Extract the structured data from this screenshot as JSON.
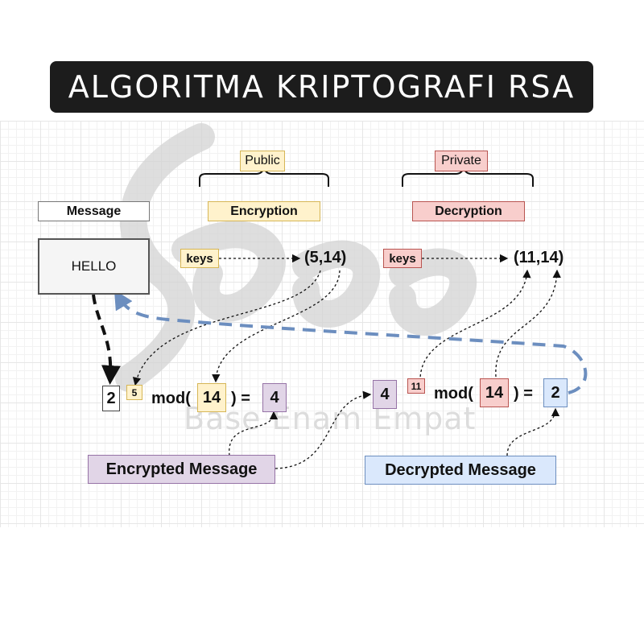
{
  "title": "ALGORITMA KRIPTOGRAFI RSA",
  "watermark": "Base Enam Empat",
  "labels": {
    "public": "Public",
    "private": "Private",
    "message": "Message",
    "encryption": "Encryption",
    "decryption": "Decryption"
  },
  "message_box": "HELLO",
  "encryption_keys": {
    "label": "keys",
    "value": "(5,14)"
  },
  "decryption_keys": {
    "label": "keys",
    "value": "(11,14)"
  },
  "encrypt_formula": {
    "base": "2",
    "exponent": "5",
    "mod_prefix": "mod(",
    "modulus": "14",
    "mod_suffix": ") =",
    "result": "4"
  },
  "decrypt_formula": {
    "base": "4",
    "exponent": "11",
    "mod_prefix": "mod(",
    "modulus": "14",
    "mod_suffix": ") =",
    "result": "2"
  },
  "encrypted_message": "Encrypted Message",
  "decrypted_message": "Decrypted Message"
}
